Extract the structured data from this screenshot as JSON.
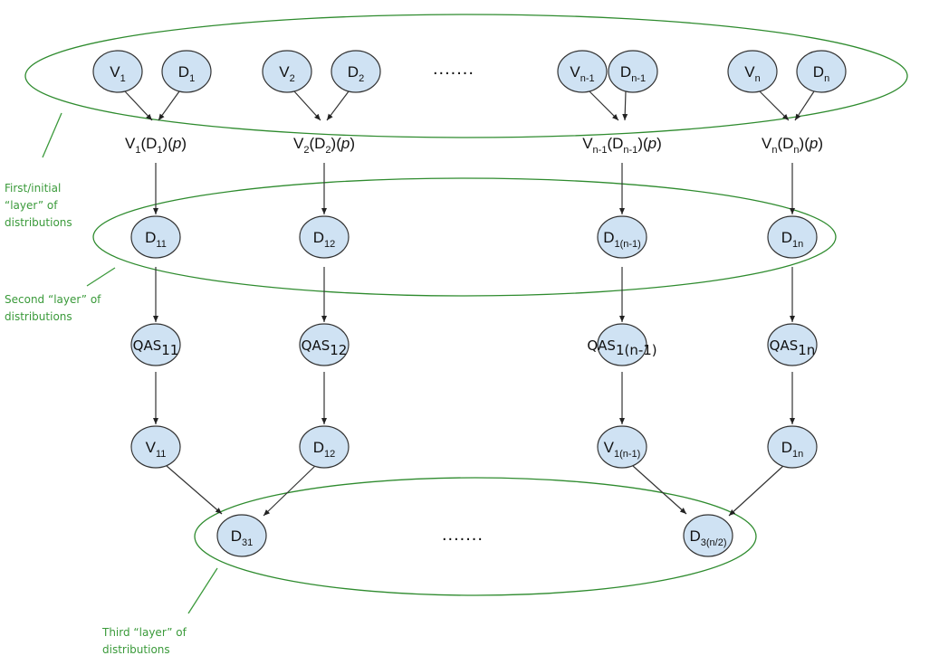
{
  "diagram": {
    "type": "layered distribution flow",
    "top_nodes": [
      {
        "id": "V1",
        "base": "V",
        "sub": "1"
      },
      {
        "id": "D1",
        "base": "D",
        "sub": "1"
      },
      {
        "id": "V2",
        "base": "V",
        "sub": "2"
      },
      {
        "id": "D2",
        "base": "D",
        "sub": "2"
      },
      {
        "id": "Vn-1",
        "base": "V",
        "sub": "n-1"
      },
      {
        "id": "Dn-1",
        "base": "D",
        "sub": "n-1"
      },
      {
        "id": "Vn",
        "base": "V",
        "sub": "n"
      },
      {
        "id": "Dn",
        "base": "D",
        "sub": "n"
      }
    ],
    "top_ellipsis": ".......",
    "applied_labels": [
      {
        "v": "V",
        "vsub": "1",
        "d": "D",
        "dsub": "1",
        "p": "p"
      },
      {
        "v": "V",
        "vsub": "2",
        "d": "D",
        "dsub": "2",
        "p": "p"
      },
      {
        "v": "V",
        "vsub": "n-1",
        "d": "D",
        "dsub": "n-1",
        "p": "p"
      },
      {
        "v": "V",
        "vsub": "n",
        "d": "D",
        "dsub": "n",
        "p": "p"
      }
    ],
    "second_layer_nodes": [
      {
        "base": "D",
        "sub": "11"
      },
      {
        "base": "D",
        "sub": "12"
      },
      {
        "base": "D",
        "sub": "1(n-1)"
      },
      {
        "base": "D",
        "sub": "1n"
      }
    ],
    "qas_nodes": [
      {
        "base": "QAS",
        "sub": "11"
      },
      {
        "base": "QAS",
        "sub": "12"
      },
      {
        "base": "QAS",
        "sub": "1(n-1)"
      },
      {
        "base": "QAS",
        "sub": "1n"
      }
    ],
    "output_nodes": [
      {
        "base": "V",
        "sub": "11"
      },
      {
        "base": "D",
        "sub": "12"
      },
      {
        "base": "V",
        "sub": "1(n-1)"
      },
      {
        "base": "D",
        "sub": "1n"
      }
    ],
    "third_layer_nodes": [
      {
        "base": "D",
        "sub": "31"
      },
      {
        "base": "D",
        "sub": "3(n/2)"
      }
    ],
    "third_ellipsis": ".......",
    "annotations": {
      "first": [
        "First/initial",
        "“layer” of",
        "distributions"
      ],
      "second": [
        "Second “layer” of",
        "distributions"
      ],
      "third": [
        "Third “layer” of",
        "distributions"
      ]
    },
    "colors": {
      "node_fill": "#cfe2f3",
      "node_stroke": "#333333",
      "layer_outline": "#2e8b2e",
      "annotation_text": "#3a9a3a"
    }
  }
}
